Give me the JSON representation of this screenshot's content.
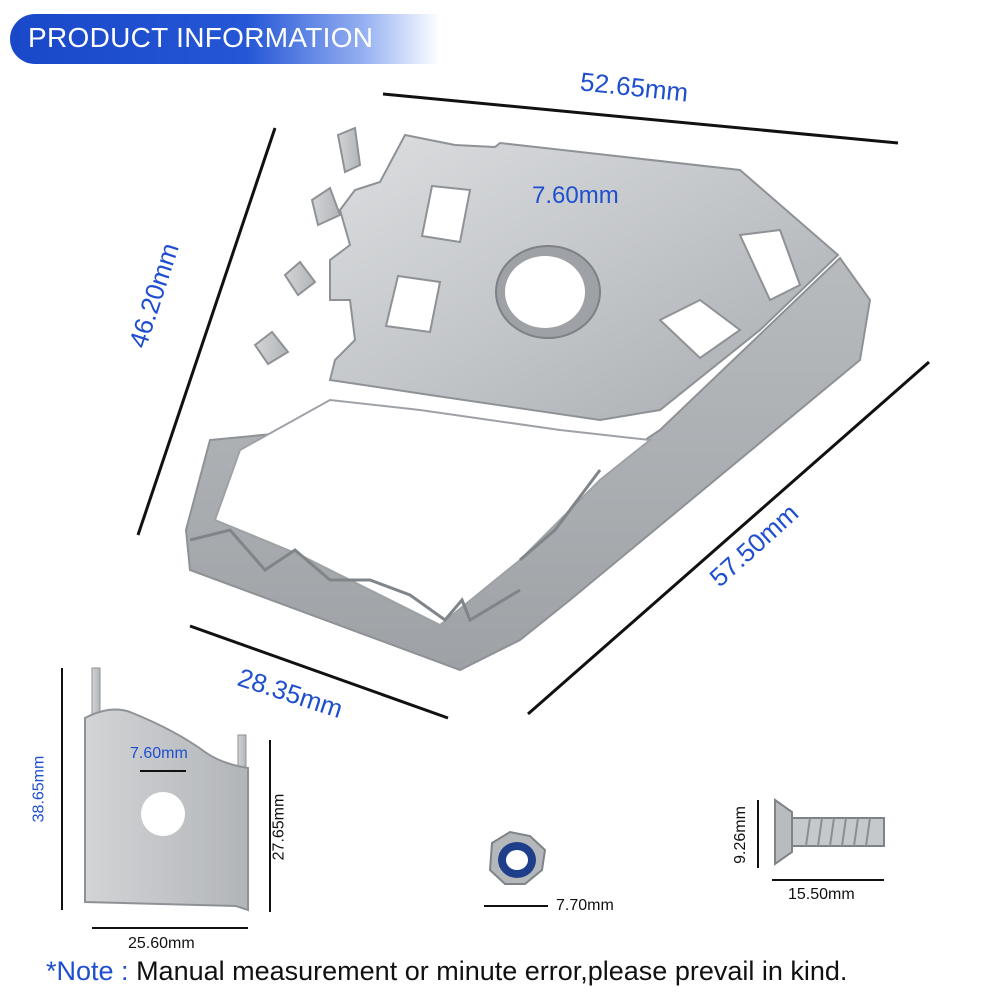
{
  "header": {
    "title": "PRODUCT INFORMATION"
  },
  "dimensions": {
    "top_width": "52.65mm",
    "hole": "7.60mm",
    "height": "46.20mm",
    "diagonal": "57.50mm",
    "front_width": "28.35mm",
    "bracket_hole": "7.60mm",
    "bracket_height": "38.65mm",
    "bracket_inner_height": "27.65mm",
    "bracket_width": "25.60mm",
    "nut": "7.70mm",
    "screw_height": "9.26mm",
    "screw_length": "15.50mm"
  },
  "note": {
    "prefix": "*Note",
    "separator": " : ",
    "text": "Manual measurement or minute error,please prevail in kind."
  },
  "colors": {
    "accent": "#1f4fcf",
    "banner": "#1948c8",
    "metal": "#c4c6c9"
  }
}
